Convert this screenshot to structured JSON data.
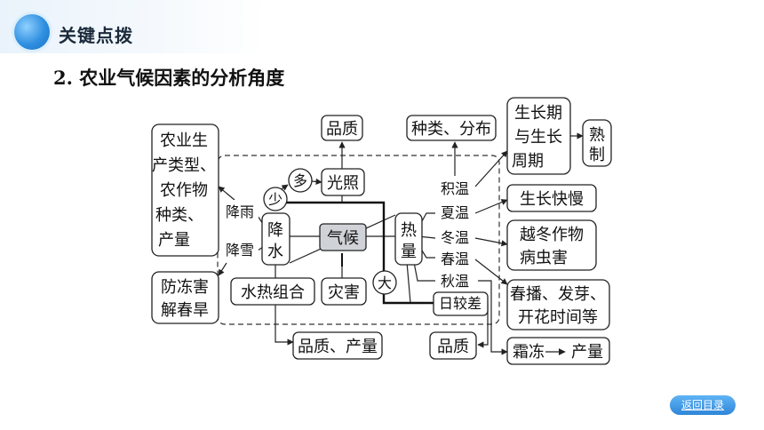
{
  "header": {
    "section_title": "关键点拨"
  },
  "subtitle": "2. 农业气候因素的分析角度",
  "diagram": {
    "center": "气候",
    "precipitation": "降水",
    "heat": "热量",
    "sunlight": "光照",
    "more": "多",
    "less": "少",
    "large": "大",
    "hydrothermal": "水热组合",
    "disaster": "灾害",
    "rain_drop": "降雨",
    "snow_drop": "降雪",
    "ag_types_lines": [
      "农业生",
      "产类型、",
      "农作物",
      "种类、",
      "产量"
    ],
    "frost_lines": [
      "防冻害",
      "解春旱"
    ],
    "quality_top": "品质",
    "species": "种类、分布",
    "growth_lines": [
      "生长期",
      "与生长",
      "周期"
    ],
    "mature_lines": [
      "熟",
      "制"
    ],
    "growth_speed": "生长快慢",
    "winter_lines": [
      "越冬作物",
      "病虫害"
    ],
    "spring_lines": [
      "春播、发芽、",
      "开花时间等"
    ],
    "frost_yield_a": "霜冻",
    "frost_yield_b": "产量",
    "quality_mid": "品质",
    "quality_yield": "品质、产量",
    "accumulated_temp": "积温",
    "summer_temp": "夏温",
    "winter_temp": "冬温",
    "spring_temp": "春温",
    "autumn_temp": "秋温",
    "diurnal_range": "日较差"
  },
  "nav": {
    "back_label": "返回目录"
  }
}
